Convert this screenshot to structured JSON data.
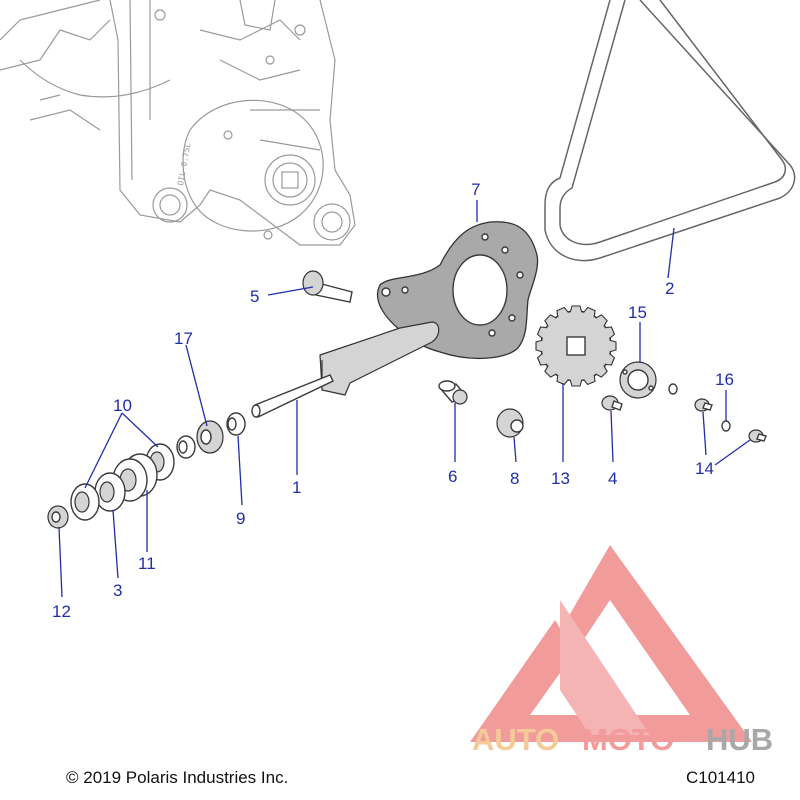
{
  "callouts": [
    {
      "id": "c1",
      "text": "1"
    },
    {
      "id": "c2",
      "text": "2"
    },
    {
      "id": "c3",
      "text": "3"
    },
    {
      "id": "c4",
      "text": "4"
    },
    {
      "id": "c5",
      "text": "5"
    },
    {
      "id": "c6",
      "text": "6"
    },
    {
      "id": "c7",
      "text": "7"
    },
    {
      "id": "c8",
      "text": "8"
    },
    {
      "id": "c9",
      "text": "9"
    },
    {
      "id": "c10",
      "text": "10"
    },
    {
      "id": "c11",
      "text": "11"
    },
    {
      "id": "c12",
      "text": "12"
    },
    {
      "id": "c13",
      "text": "13"
    },
    {
      "id": "c14",
      "text": "14"
    },
    {
      "id": "c15",
      "text": "15"
    },
    {
      "id": "c16",
      "text": "16"
    },
    {
      "id": "c17",
      "text": "17"
    }
  ],
  "footer": {
    "copyright": "© 2019 Polaris Industries Inc.",
    "code": "C101410"
  },
  "watermark": {
    "part1": "AUTO",
    "part2": "MOTO",
    "part3": "HUB",
    "colors": {
      "auto": "#f3c188",
      "moto": "#f08a8a",
      "hub": "#9a9a9a",
      "logo": "#f08a8a"
    }
  },
  "engine_stamp": "OIL 0.75L"
}
